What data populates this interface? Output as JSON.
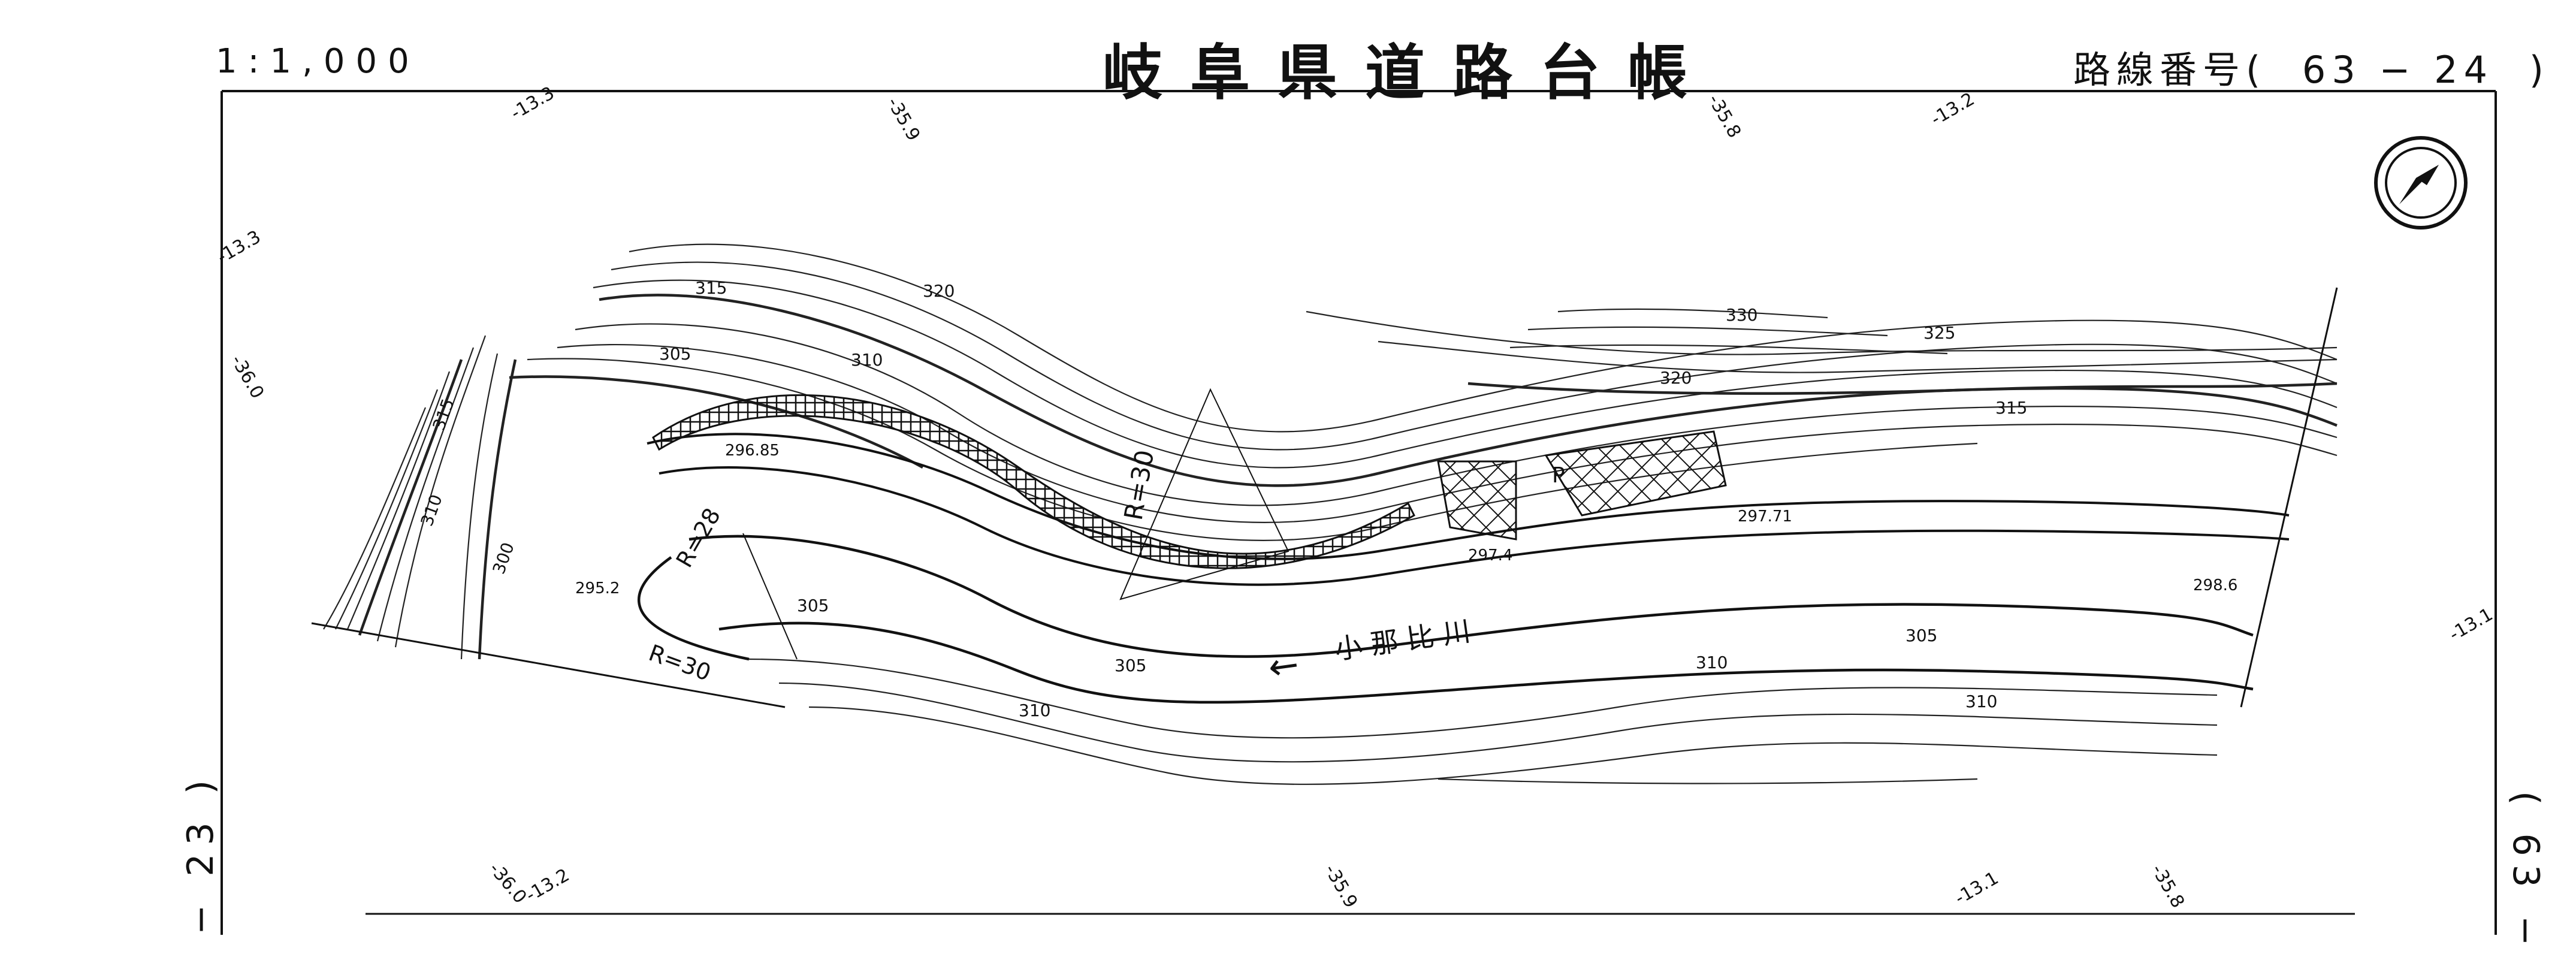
{
  "header": {
    "scale": "1:1,000",
    "title": "岐阜県道路台帳",
    "route_label": "路線番号(",
    "route_number": "63 − 24",
    "route_close": ")"
  },
  "side": {
    "left": "− 23 )",
    "right": "( 63 −"
  },
  "map": {
    "river_name": "小 那 比 川",
    "river_arrow": "←",
    "parking": "P",
    "curve_labels": [
      "R=30",
      "R=28",
      "R=30"
    ],
    "elevation_points": [
      "296.85",
      "295.2",
      "297.4",
      "297.71",
      "298.6"
    ],
    "contour_labels": [
      "315",
      "320",
      "305",
      "310",
      "330",
      "325",
      "320",
      "315",
      "310",
      "305",
      "300",
      "305",
      "310",
      "310",
      "305",
      "310",
      "315"
    ],
    "coordinate_ticks": [
      "-13.3",
      "-35.9",
      "-35.8",
      "-13.2",
      "-13.3",
      "-36.0",
      "-13.1",
      "-36.0",
      "-13.2",
      "-35.9",
      "-13.1",
      "-35.8"
    ]
  },
  "icons": {
    "north": "north-arrow-icon"
  }
}
